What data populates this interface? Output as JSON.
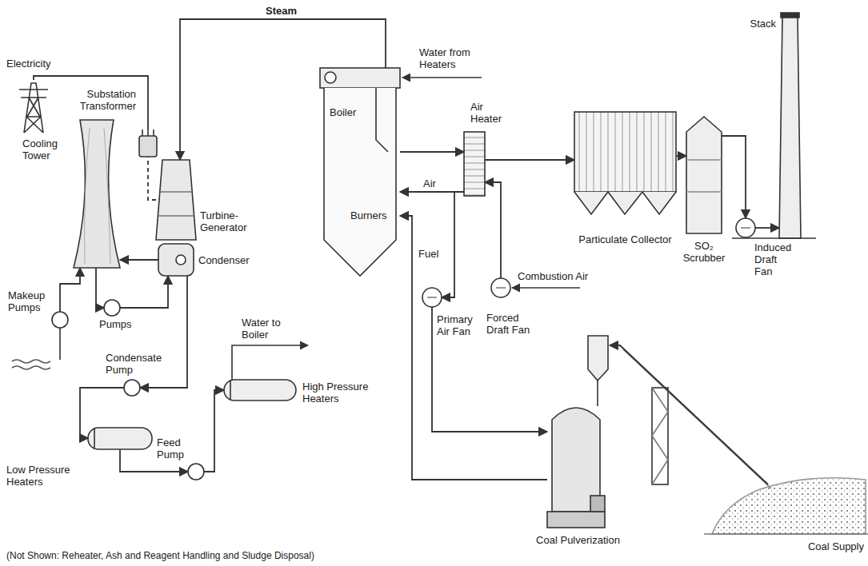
{
  "diagram": {
    "nodes": [
      {
        "text": [
          "Boiler",
          "Burners"
        ]
      },
      {
        "text": [
          "Air Heater"
        ]
      },
      {
        "text": [
          "Particulate Collector"
        ]
      },
      {
        "text": [
          "SO₂ Scrubber"
        ]
      },
      {
        "text": [
          "Induced Draft Fan"
        ]
      },
      {
        "text": [
          "Stack"
        ]
      },
      {
        "text": [
          "Turbine-Generator"
        ]
      },
      {
        "text": [
          "Condenser"
        ]
      },
      {
        "text": [
          "Cooling Tower"
        ]
      },
      {
        "text": [
          "Substation Transformer"
        ]
      },
      {
        "text": [
          "Electricity"
        ]
      },
      {
        "text": [
          "Makeup Pumps"
        ]
      },
      {
        "text": [
          "Pumps"
        ]
      },
      {
        "text": [
          "Condensate Pump"
        ]
      },
      {
        "text": [
          "Low Pressure Heaters"
        ]
      },
      {
        "text": [
          "Feed Pump"
        ]
      },
      {
        "text": [
          "High Pressure Heaters"
        ]
      },
      {
        "text": [
          "Primary Air Fan"
        ]
      },
      {
        "text": [
          "Forced Draft Fan"
        ]
      },
      {
        "text": [
          "Coal Pulverization"
        ]
      },
      {
        "text": [
          "Coal Supply"
        ]
      }
    ],
    "edges": [
      {
        "from": 0,
        "to": 6,
        "arrow": "to",
        "label": "Steam"
      },
      {
        "from": 0,
        "to": 1,
        "arrow": "to"
      },
      {
        "from": 1,
        "to": 2,
        "arrow": "to"
      },
      {
        "from": 2,
        "to": 3,
        "arrow": "to"
      },
      {
        "from": 3,
        "to": 4,
        "arrow": "to"
      },
      {
        "from": 4,
        "to": 5,
        "arrow": "to"
      },
      {
        "from": 1,
        "to": 0,
        "arrow": "to",
        "label": "Air"
      },
      {
        "from": 1,
        "to": 17,
        "arrow": "to"
      },
      {
        "from": 18,
        "to": 1,
        "arrow": "to"
      },
      {
        "from": 17,
        "to": 19,
        "arrow": "to"
      },
      {
        "from": 19,
        "to": 0,
        "arrow": "to",
        "label": "Fuel"
      },
      {
        "from": 20,
        "to": 19,
        "arrow": "to"
      },
      {
        "from": 7,
        "to": 8,
        "arrow": "to"
      },
      {
        "from": 8,
        "to": 12,
        "arrow": "to"
      },
      {
        "from": 12,
        "to": 7,
        "arrow": "to"
      },
      {
        "from": 11,
        "to": 8,
        "arrow": "to"
      },
      {
        "from": 7,
        "to": 13,
        "arrow": "to"
      },
      {
        "from": 13,
        "to": 14,
        "arrow": "to"
      },
      {
        "from": 14,
        "to": 15,
        "arrow": "to"
      },
      {
        "from": 15,
        "to": 16,
        "arrow": "to"
      },
      {
        "from": 6,
        "to": 9,
        "arrow": "none"
      },
      {
        "from": 9,
        "to": 10,
        "arrow": "none"
      }
    ],
    "labels": [
      "Water from Heaters",
      "Combustion Air",
      "Water to Boiler",
      "(Not Shown: Reheater, Ash and Reagent Handling and Sludge Disposal)"
    ]
  }
}
